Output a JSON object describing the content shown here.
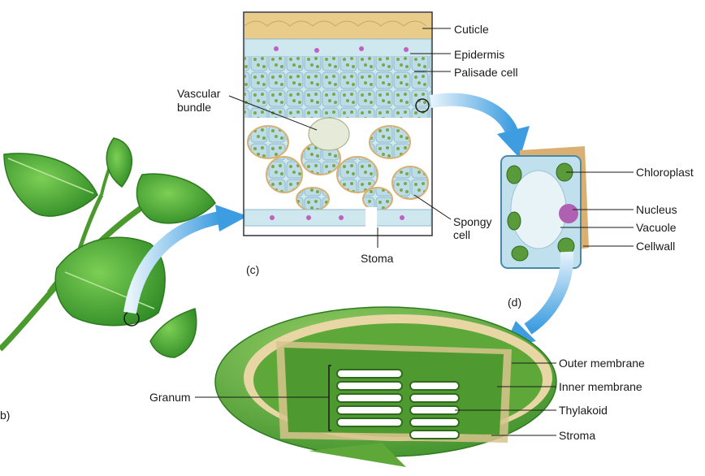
{
  "labels": {
    "cuticle": "Cuticle",
    "epidermis": "Epidermis",
    "palisade": "Palisade cell",
    "vascular_line1": "Vascular",
    "vascular_line2": "bundle",
    "spongy_line1": "Spongy",
    "spongy_line2": "cell",
    "stoma": "Stoma",
    "panel_c": "(c)",
    "chloroplast": "Chloroplast",
    "nucleus": "Nucleus",
    "vacuole": "Vacuole",
    "cellwall": "Cellwall",
    "panel_d": "(d)",
    "outer_membrane": "Outer membrane",
    "inner_membrane": "Inner membrane",
    "thylakoid": "Thylakoid",
    "stroma": "Stroma",
    "granum": "Granum",
    "panel_b_fragment": "b)"
  },
  "colors": {
    "leaf_green": "#3f9a2c",
    "arrow_blue": "#4aa3e3",
    "cuticle_tan": "#e9cc8a",
    "cell_blue": "#bfe0ec",
    "chloroplast_green": "#5a9a3a",
    "nucleus_purple": "#b060b0",
    "cellwall_tan": "#d9b071"
  }
}
